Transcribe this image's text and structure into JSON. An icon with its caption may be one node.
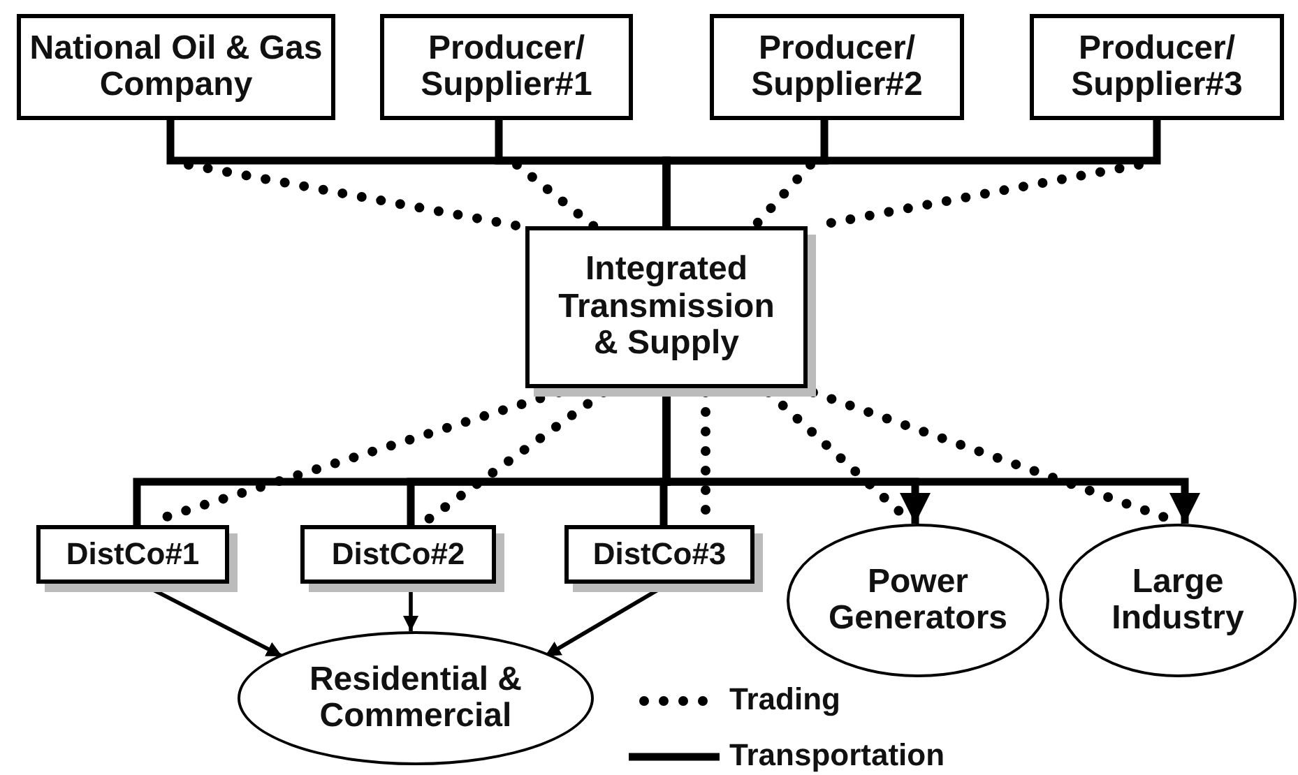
{
  "diagram": {
    "nodes": [
      {
        "text": [
          "National Oil & Gas Company"
        ]
      },
      {
        "text": [
          "Producer/ Supplier#1"
        ]
      },
      {
        "text": [
          "Producer/ Supplier#2"
        ]
      },
      {
        "text": [
          "Producer/ Supplier#3"
        ]
      },
      {
        "text": [
          "Integrated Transmission & Supply"
        ]
      },
      {
        "text": [
          "DistCo#1"
        ]
      },
      {
        "text": [
          "DistCo#2"
        ]
      },
      {
        "text": [
          "DistCo#3"
        ]
      },
      {
        "text": [
          "Power Generators"
        ]
      },
      {
        "text": [
          "Large Industry"
        ]
      },
      {
        "text": [
          "Residential & Commercial"
        ]
      }
    ],
    "edges": [
      {
        "from": 0,
        "to": 4,
        "arrow": "none"
      },
      {
        "from": 1,
        "to": 4,
        "arrow": "none"
      },
      {
        "from": 2,
        "to": 4,
        "arrow": "none"
      },
      {
        "from": 3,
        "to": 4,
        "arrow": "none"
      },
      {
        "from": 0,
        "to": 4,
        "arrow": "none",
        "style": "dashed"
      },
      {
        "from": 1,
        "to": 4,
        "arrow": "none",
        "style": "dashed"
      },
      {
        "from": 2,
        "to": 4,
        "arrow": "none",
        "style": "dashed"
      },
      {
        "from": 3,
        "to": 4,
        "arrow": "none",
        "style": "dashed"
      },
      {
        "from": 4,
        "to": 5,
        "arrow": "none"
      },
      {
        "from": 4,
        "to": 6,
        "arrow": "none"
      },
      {
        "from": 4,
        "to": 7,
        "arrow": "none"
      },
      {
        "from": 4,
        "to": 8,
        "arrow": "to"
      },
      {
        "from": 4,
        "to": 9,
        "arrow": "to"
      },
      {
        "from": 4,
        "to": 5,
        "arrow": "none",
        "style": "dashed"
      },
      {
        "from": 4,
        "to": 6,
        "arrow": "none",
        "style": "dashed"
      },
      {
        "from": 4,
        "to": 7,
        "arrow": "none",
        "style": "dashed"
      },
      {
        "from": 4,
        "to": 8,
        "arrow": "none",
        "style": "dashed"
      },
      {
        "from": 4,
        "to": 9,
        "arrow": "none",
        "style": "dashed"
      },
      {
        "from": 5,
        "to": 10,
        "arrow": "to"
      },
      {
        "from": 6,
        "to": 10,
        "arrow": "to"
      },
      {
        "from": 7,
        "to": 10,
        "arrow": "to"
      }
    ],
    "legend": [
      {
        "text": "Trading"
      },
      {
        "text": "Transportation"
      }
    ]
  }
}
